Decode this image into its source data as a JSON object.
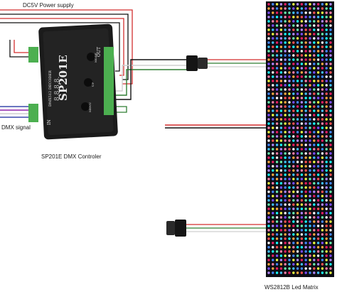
{
  "labels": {
    "power_supply": "DC5V Power supply",
    "dmx_signal": "DMX signal",
    "controller_caption": "SP201E DMX Controler",
    "matrix_caption": "WS2812B Led Matrix"
  },
  "controller": {
    "model": "SP201E",
    "decoder": "DMX512 DECODER",
    "display": "8.8.8.8.",
    "in_label": "IN",
    "out_label": "OUT",
    "buttons": [
      "MODE",
      "UP",
      "MENU"
    ]
  },
  "colors": {
    "wire_red": "#d32f2f",
    "wire_black": "#111111",
    "wire_white": "#cfcfcf",
    "wire_green": "#2e7d32",
    "wire_blue": "#3949ab",
    "wire_purple": "#8e24aa",
    "controller_body": "#1b1b1b",
    "terminal_green": "#4caf50",
    "matrix_panel": "#0d0d14"
  }
}
